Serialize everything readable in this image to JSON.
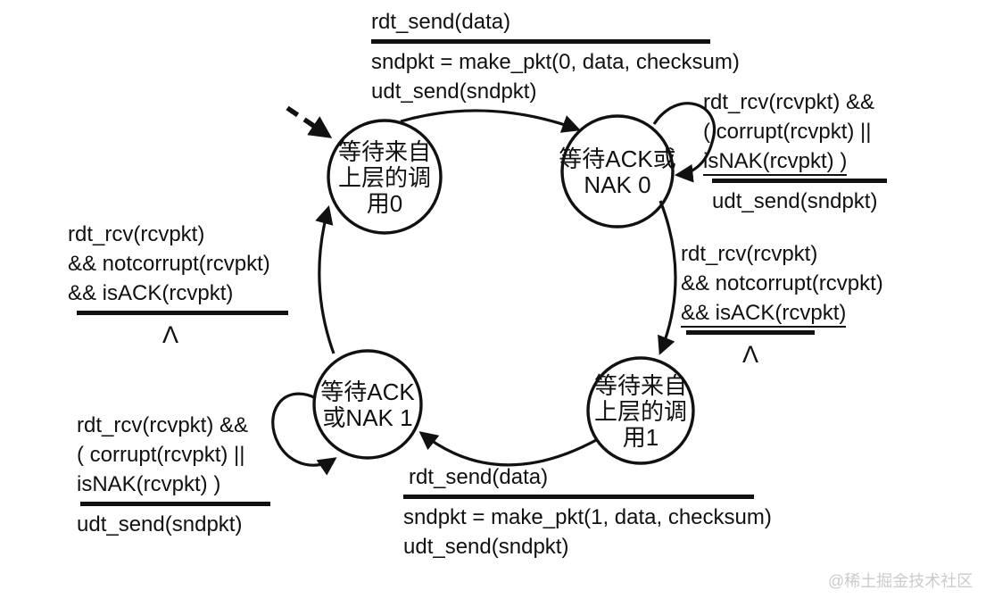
{
  "diagram": {
    "title_hint": "rdt sender finite state machine",
    "states": [
      {
        "id": "wait-call-0",
        "lines": [
          "等待来自",
          "上层的调",
          "用0"
        ]
      },
      {
        "id": "wait-ack-nak-0",
        "lines": [
          "等待ACK或",
          "NAK 0"
        ]
      },
      {
        "id": "wait-call-1",
        "lines": [
          "等待来自",
          "上层的调",
          "用1"
        ]
      },
      {
        "id": "wait-ack-nak-1",
        "lines": [
          "等待ACK",
          "或NAK 1"
        ]
      }
    ],
    "transitions": {
      "send0": {
        "event": "rdt_send(data)",
        "action1": "sndpkt = make_pkt(0, data, checksum)",
        "action2": "udt_send(sndpkt)"
      },
      "nak0": {
        "line1": "rdt_rcv(rcvpkt) &&",
        "line2": "( corrupt(rcvpkt) ||",
        "line3": "isNAK(rcvpkt) )",
        "action": "udt_send(sndpkt)"
      },
      "ack0": {
        "line1": "rdt_rcv(rcvpkt)",
        "line2": "&& notcorrupt(rcvpkt)",
        "line3": "&& isACK(rcvpkt)",
        "action": "Λ"
      },
      "send1": {
        "event": "rdt_send(data)",
        "action1": "sndpkt = make_pkt(1, data, checksum)",
        "action2": "udt_send(sndpkt)"
      },
      "nak1": {
        "line1": "rdt_rcv(rcvpkt) &&",
        "line2": "( corrupt(rcvpkt) ||",
        "line3": "isNAK(rcvpkt) )",
        "action": "udt_send(sndpkt)"
      },
      "ack1": {
        "line1": "rdt_rcv(rcvpkt)",
        "line2": "&& notcorrupt(rcvpkt)",
        "line3": "&& isACK(rcvpkt)",
        "action": "Λ"
      }
    }
  },
  "watermark": "@稀土掘金技术社区",
  "colors": {
    "ink": "#111111",
    "background": "#ffffff",
    "watermark": "#cbcbcb"
  }
}
